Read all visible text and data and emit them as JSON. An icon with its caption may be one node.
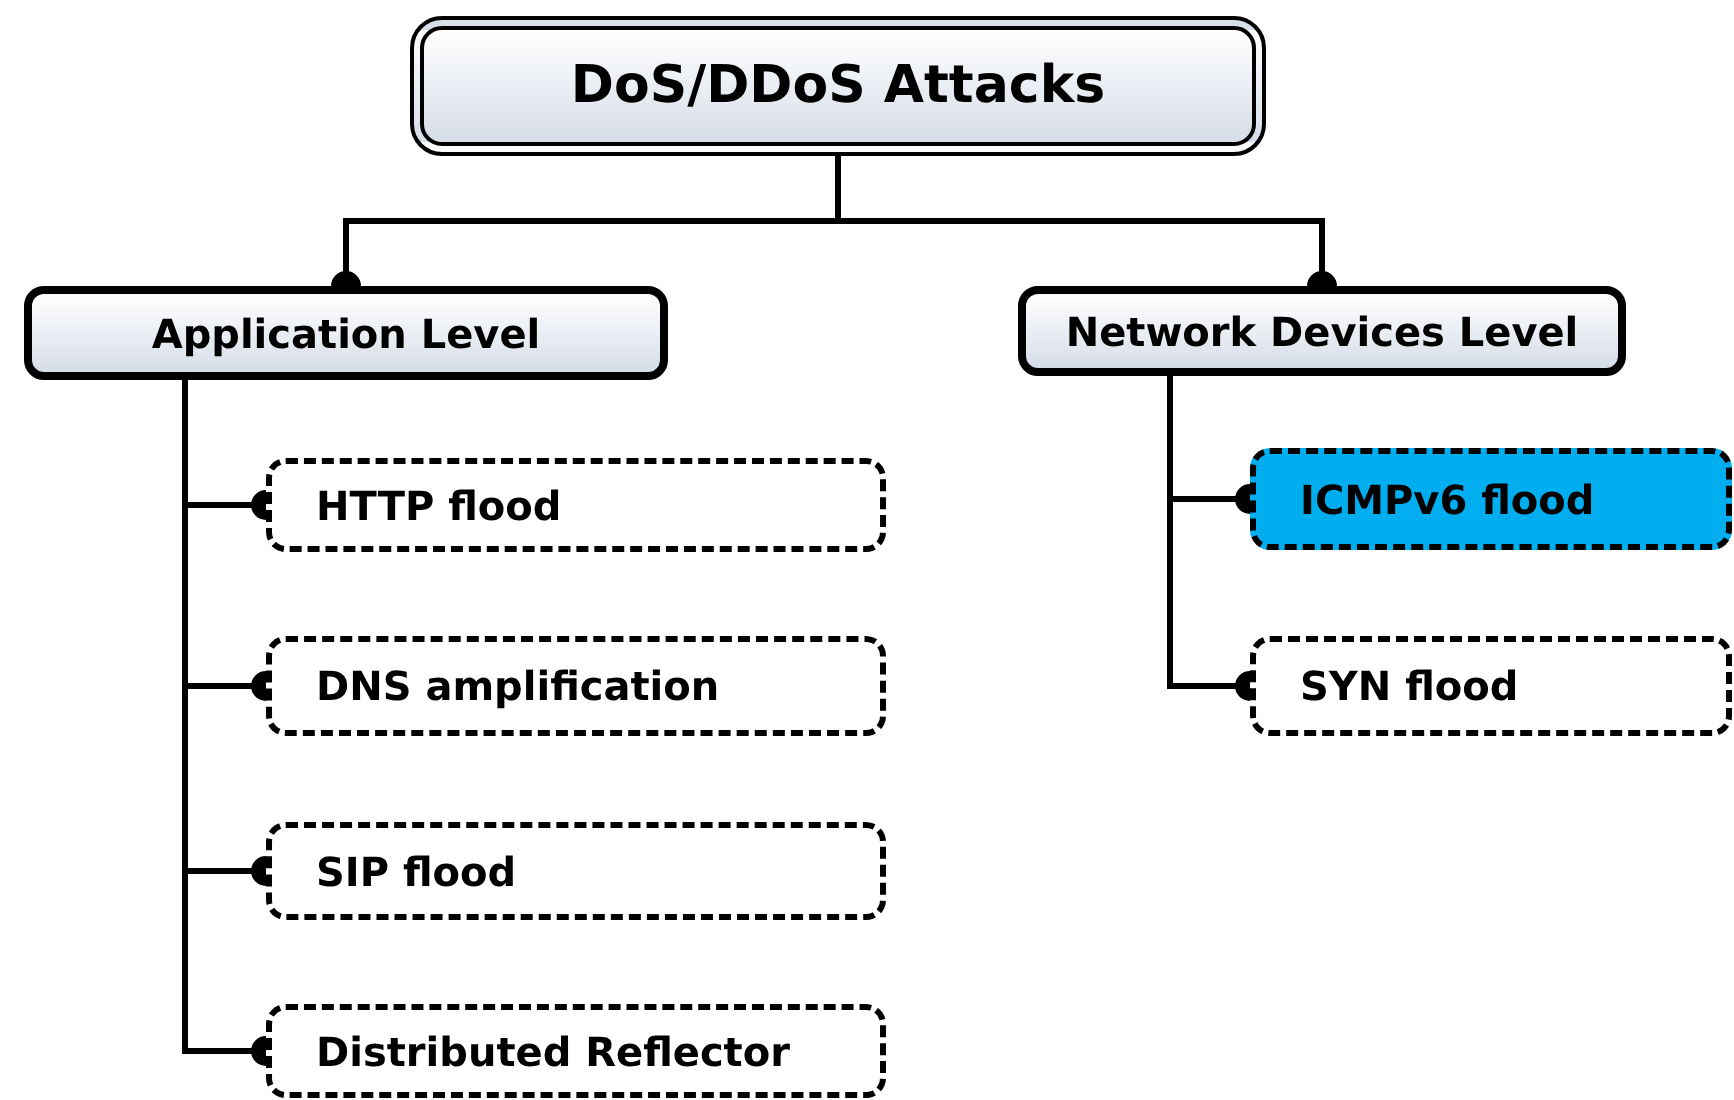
{
  "diagram": {
    "nodes": [
      {
        "text": [
          "DoS/DDoS Attacks"
        ]
      },
      {
        "text": [
          "Application Level"
        ]
      },
      {
        "text": [
          "Network Devices Level"
        ]
      },
      {
        "text": [
          "HTTP flood"
        ]
      },
      {
        "text": [
          "DNS amplification"
        ]
      },
      {
        "text": [
          "SIP flood"
        ]
      },
      {
        "text": [
          "Distributed Reflector"
        ]
      },
      {
        "text": [
          "ICMPv6 flood"
        ]
      },
      {
        "text": [
          "SYN flood"
        ]
      }
    ],
    "edges": [
      {
        "from": 0,
        "to": 1,
        "arrow": "other"
      },
      {
        "from": 0,
        "to": 2,
        "arrow": "other"
      },
      {
        "from": 1,
        "to": 3,
        "arrow": "other"
      },
      {
        "from": 1,
        "to": 4,
        "arrow": "other"
      },
      {
        "from": 1,
        "to": 5,
        "arrow": "other"
      },
      {
        "from": 1,
        "to": 6,
        "arrow": "other"
      },
      {
        "from": 2,
        "to": 7,
        "arrow": "other"
      },
      {
        "from": 2,
        "to": 8,
        "arrow": "other"
      }
    ]
  }
}
